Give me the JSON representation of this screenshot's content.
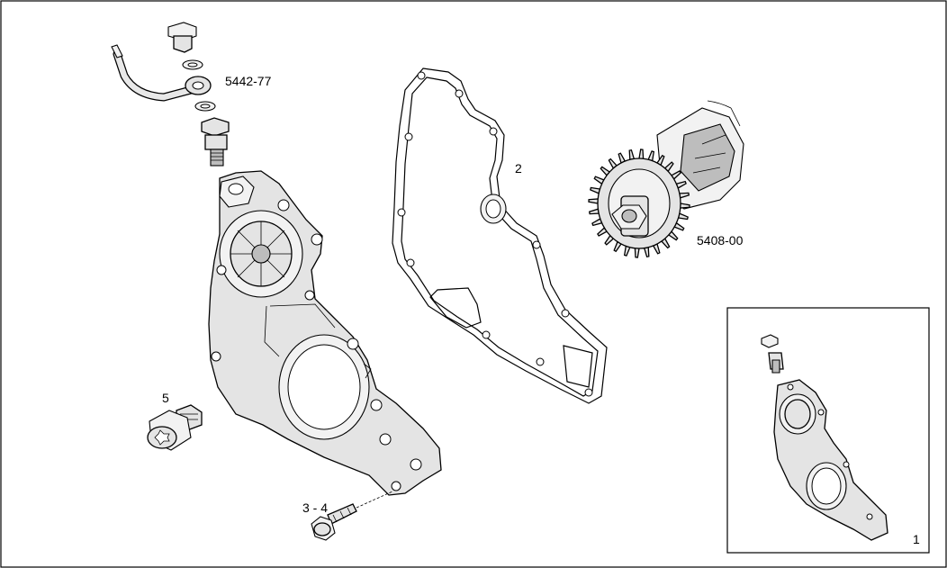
{
  "labels": {
    "oil_pipe": "5442-77",
    "gasket": "2",
    "gear_shaft": "5408-00",
    "plug": "5",
    "bolt": "3 - 4",
    "inset": "1"
  }
}
